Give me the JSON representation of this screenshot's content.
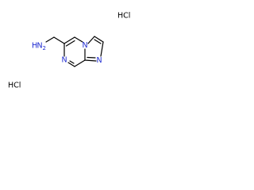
{
  "structure": {
    "amine_label": "NH2",
    "amine_text": "H",
    "amine_n": "N",
    "amine_sub": "2",
    "ring_n_pyrazine_bottom": "N",
    "ring_n_bridgehead": "N",
    "ring_n_imidazole": "N"
  },
  "salts": {
    "hcl_top": "HCl",
    "hcl_bottom": "HCl"
  },
  "colors": {
    "bond": "#000000",
    "heteroatom": "#1f2bd1",
    "salt": "#000000"
  }
}
